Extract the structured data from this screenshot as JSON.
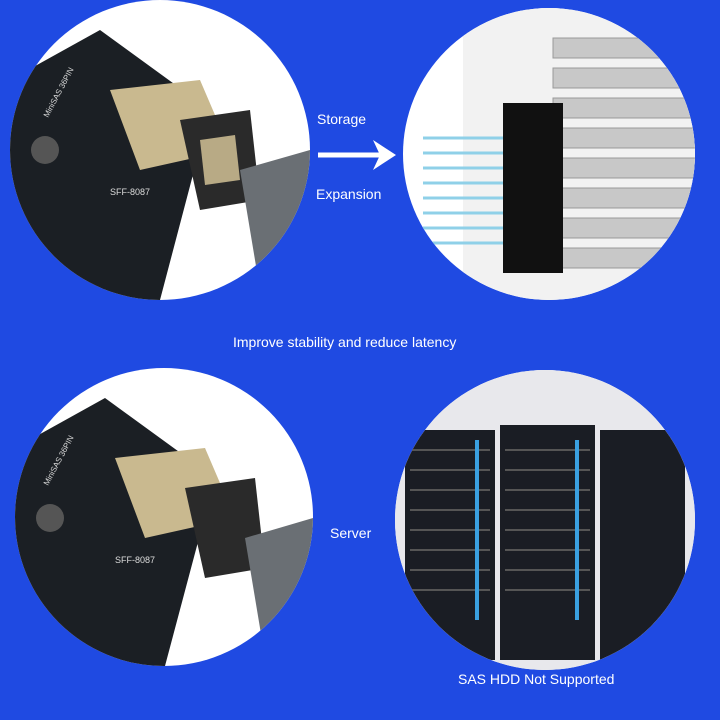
{
  "labels": {
    "storage": "Storage",
    "expansion": "Expansion",
    "middle": "Improve stability and reduce latency",
    "server": "Server",
    "bottom_note": "SAS HDD Not Supported"
  },
  "board": {
    "silk_port": "SFF-8087",
    "silk_top": "MiniSAS 36PIN"
  },
  "colors": {
    "background": "#1f4ae2",
    "circle": "#ffffff"
  }
}
